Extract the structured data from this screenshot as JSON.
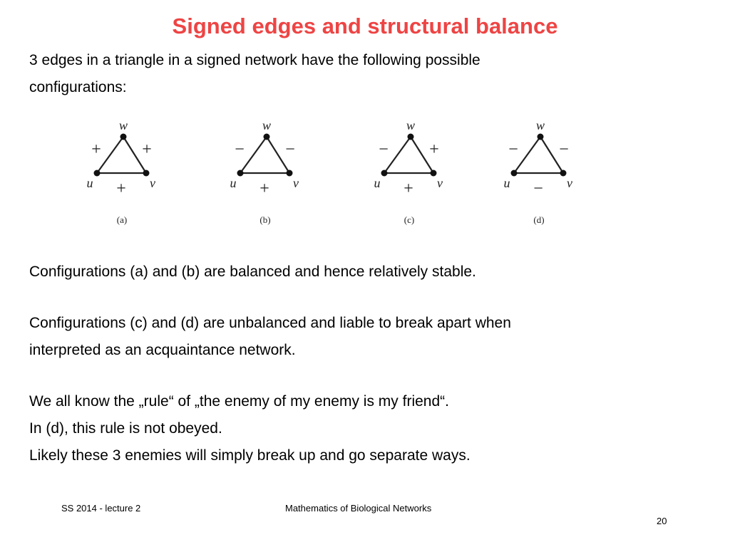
{
  "slide": {
    "title": "Signed edges and structural balance",
    "intro_line1": "3 edges in a triangle in a signed network have the following possible",
    "intro_line2": "configurations:",
    "balanced_text": "Configurations (a) and (b) are balanced and hence relatively stable.",
    "unbalanced_line1": "Configurations (c) and (d) are unbalanced and liable to break apart when",
    "unbalanced_line2": "interpreted as an acquaintance network.",
    "rule_line": "We all know the „rule“ of „the enemy of my enemy is my friend“.",
    "rule_not_obeyed": "In (d), this rule is not obeyed.",
    "conclusion": "Likely these 3 enemies will simply break up and go separate ways."
  },
  "figure": {
    "configurations": [
      {
        "label": "(a)",
        "top": "w",
        "left": "u",
        "right": "v",
        "left_sign": "+",
        "right_sign": "+",
        "bottom_sign": "+"
      },
      {
        "label": "(b)",
        "top": "w",
        "left": "u",
        "right": "v",
        "left_sign": "−",
        "right_sign": "−",
        "bottom_sign": "+"
      },
      {
        "label": "(c)",
        "top": "w",
        "left": "u",
        "right": "v",
        "left_sign": "−",
        "right_sign": "+",
        "bottom_sign": "+"
      },
      {
        "label": "(d)",
        "top": "w",
        "left": "u",
        "right": "v",
        "left_sign": "−",
        "right_sign": "−",
        "bottom_sign": "−"
      }
    ]
  },
  "footer": {
    "left": "SS 2014 - lecture 2",
    "center": "Mathematics of Biological Networks",
    "page_number": "20"
  }
}
